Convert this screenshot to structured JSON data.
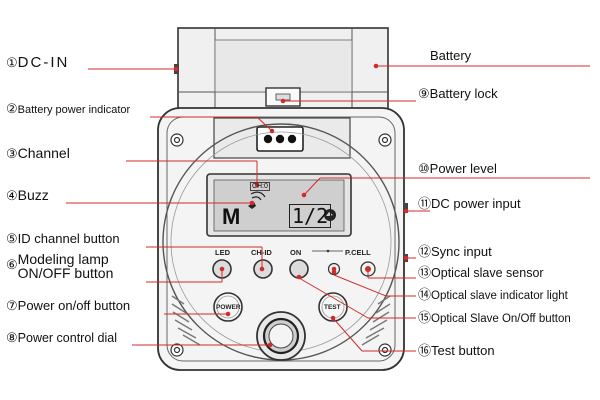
{
  "callouts_left": [
    {
      "num": "①",
      "text": "DC-IN"
    },
    {
      "num": "②",
      "text": "Battery power indicator"
    },
    {
      "num": "③",
      "text": "Channel"
    },
    {
      "num": "④",
      "text": "Buzz"
    },
    {
      "num": "⑤",
      "text": "ID channel button"
    },
    {
      "num": "⑥",
      "text": "Modeling lamp",
      "text2": "ON/OFF button"
    },
    {
      "num": "⑦",
      "text": "Power on/off button"
    },
    {
      "num": "⑧",
      "text": "Power control dial"
    }
  ],
  "callouts_right": [
    {
      "num": "",
      "text": "Battery"
    },
    {
      "num": "⑨",
      "text": "Battery lock"
    },
    {
      "num": "⑩",
      "text": "Power level"
    },
    {
      "num": "⑪",
      "text": "DC power input"
    },
    {
      "num": "⑫",
      "text": "Sync input"
    },
    {
      "num": "⑬",
      "text": "Optical slave sensor"
    },
    {
      "num": "⑭",
      "text": "Optical slave indicator light"
    },
    {
      "num": "⑮",
      "text": "Optical Slave On/Off button"
    },
    {
      "num": "⑯",
      "text": "Test button"
    }
  ],
  "panel": {
    "lcd_mode": "M",
    "lcd_power": "1/2",
    "lcd_channel": "CH:0",
    "led_label": "LED",
    "chid_label": "CH-ID",
    "on_label": "ON",
    "pcell_label": "P.CELL",
    "power_label": "POWER",
    "test_label": "TEST"
  },
  "colors": {
    "leader": "#d42a2a",
    "body": "#f2f2f2",
    "outline": "#333333"
  }
}
